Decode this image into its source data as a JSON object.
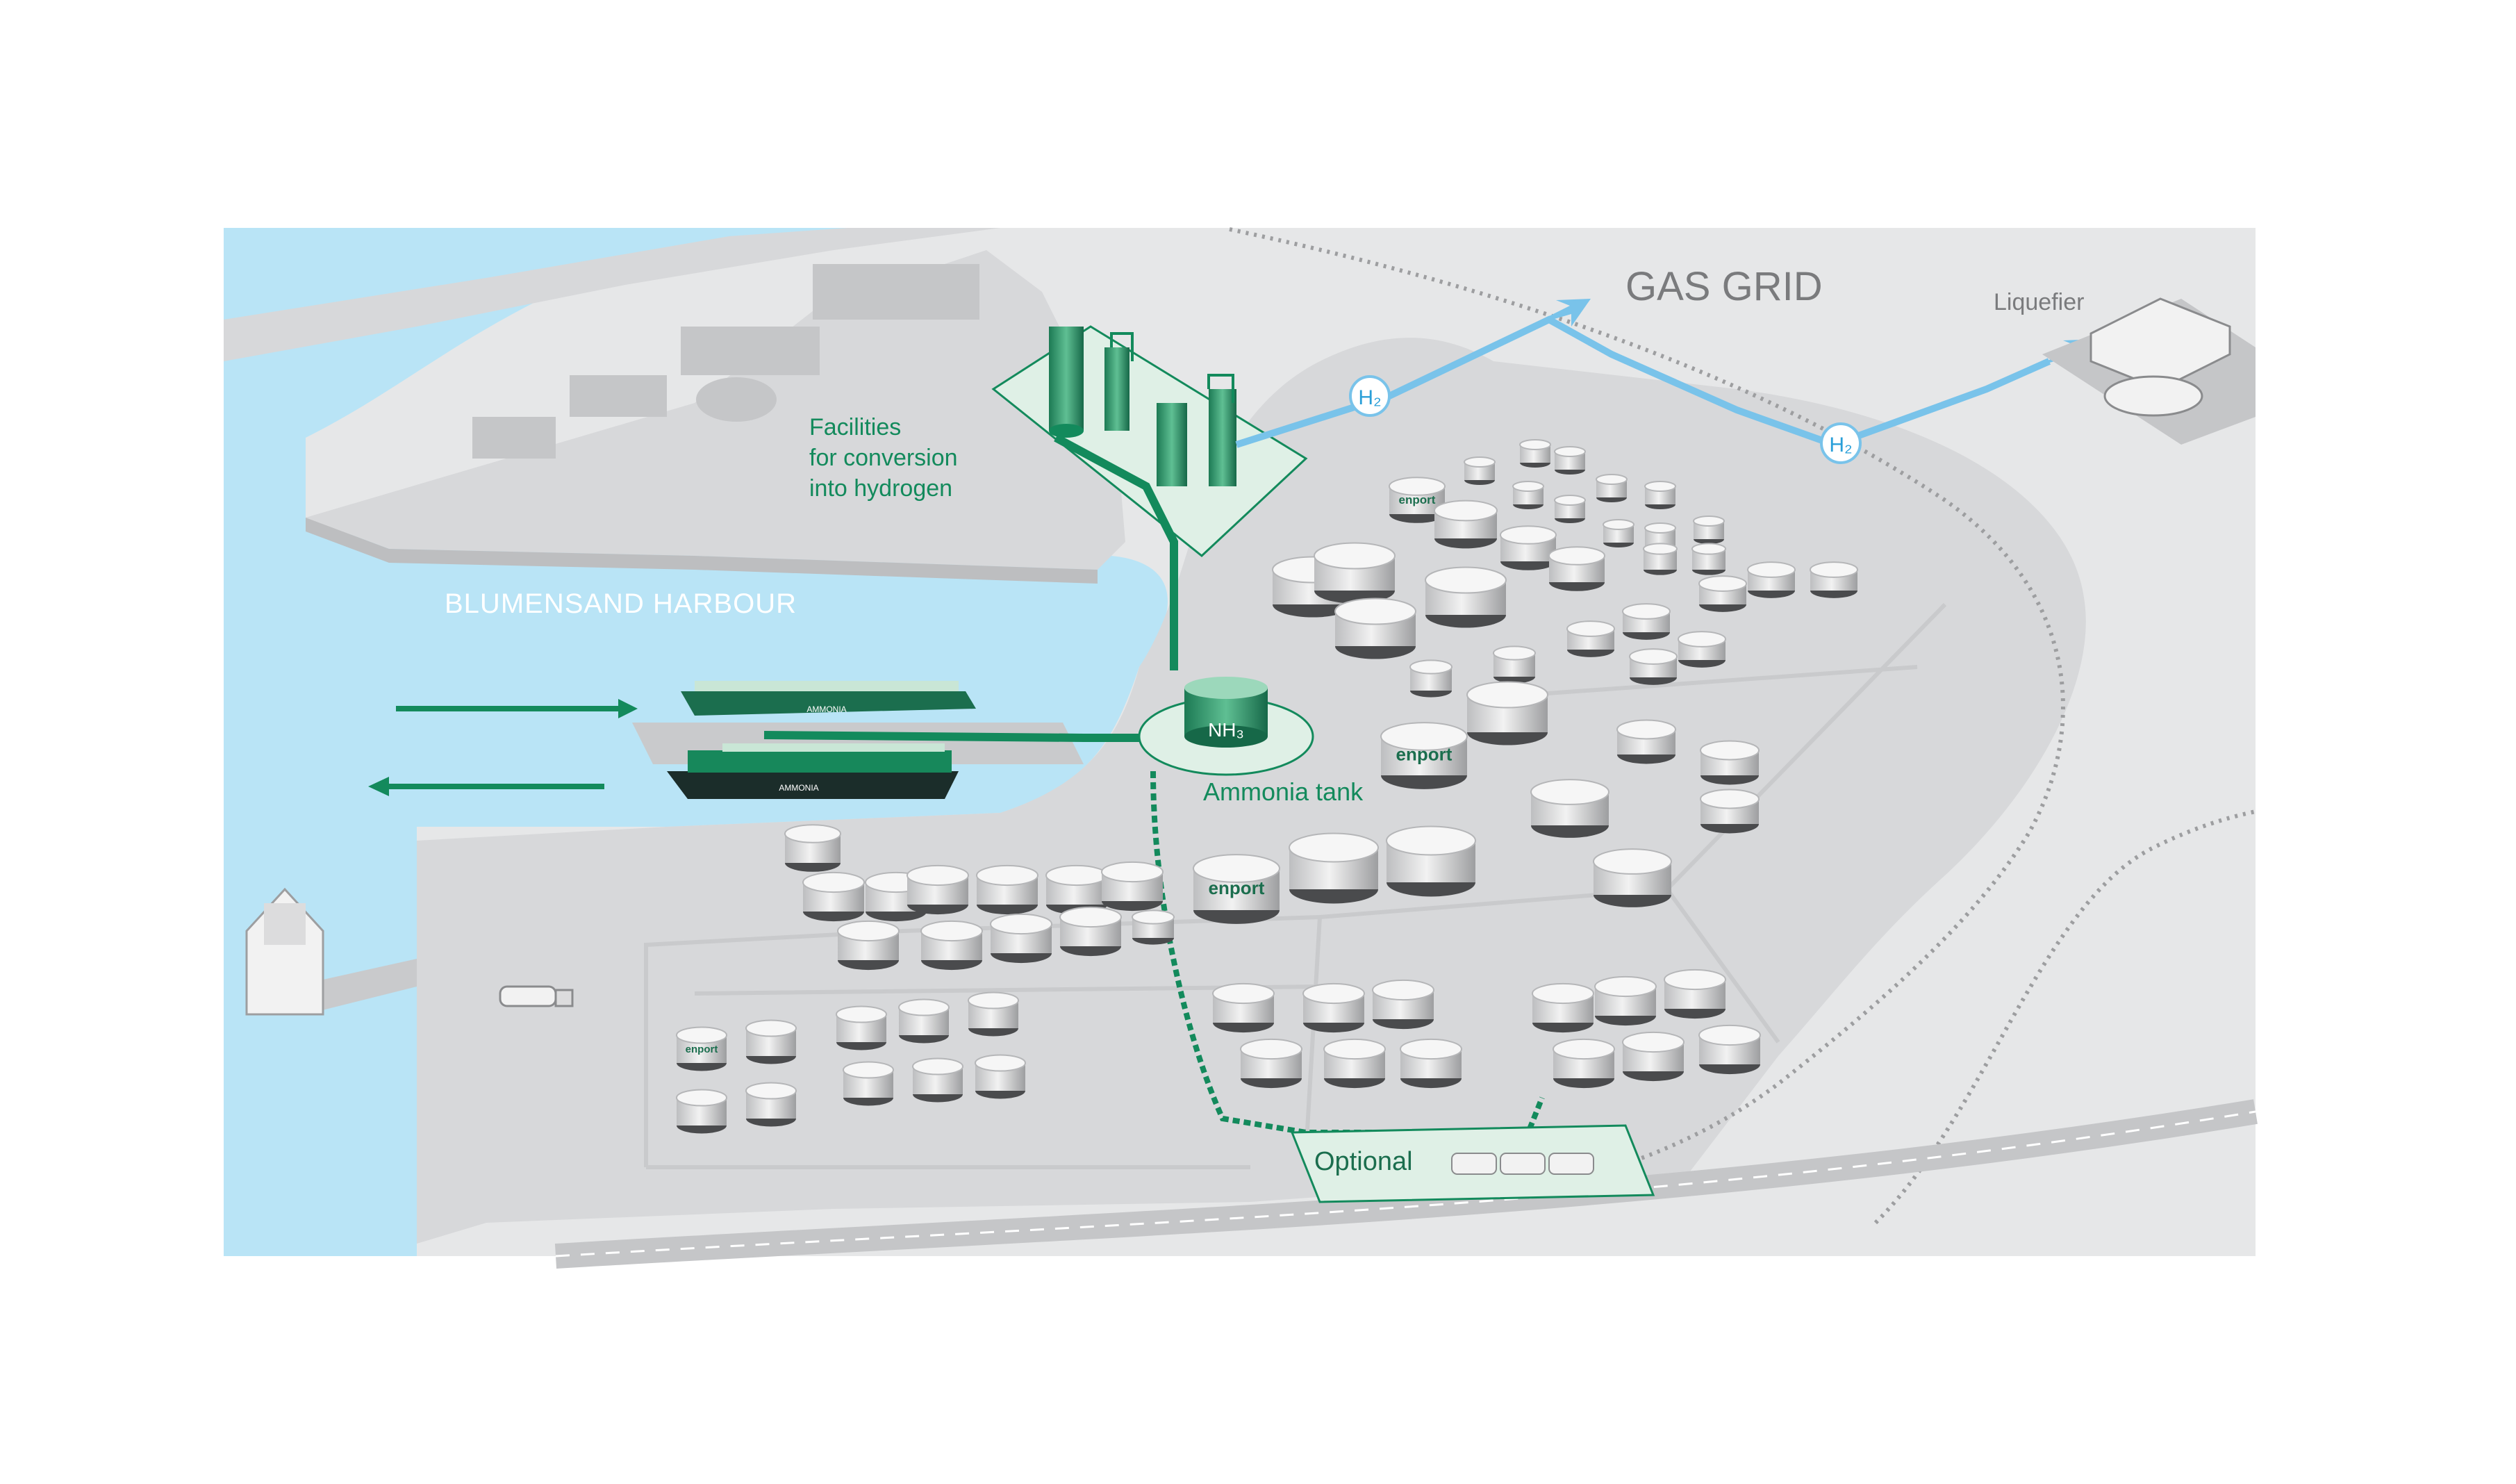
{
  "labels": {
    "harbour": "BLUMENSAND HARBOUR",
    "gas_grid": "GAS GRID",
    "liquefier": "Liquefier",
    "facilities_line1": "Facilities",
    "facilities_line2": "for conversion",
    "facilities_line3": "into hydrogen",
    "ammonia_tank": "Ammonia tank",
    "nh3": "NH₃",
    "h2": "H₂",
    "optional": "Optional",
    "ship_label": "AMMONIA",
    "brand": "enport"
  },
  "colors": {
    "water": "#b9e4f6",
    "land": "#d7d8da",
    "land_light": "#e6e7e8",
    "terminal": "#e1e2e3",
    "tank_top": "#f6f6f6",
    "green": "#138a5c",
    "green_light": "#dff0e6",
    "pipe_blue": "#79c3ea"
  },
  "icons": [
    "ship-icon",
    "tanker-truck-icon",
    "rail-car-icon",
    "ammonia-tank-icon",
    "conversion-plant-icon",
    "liquefier-building-icon",
    "h2-badge-icon",
    "arrow-icon",
    "enport-logo"
  ]
}
